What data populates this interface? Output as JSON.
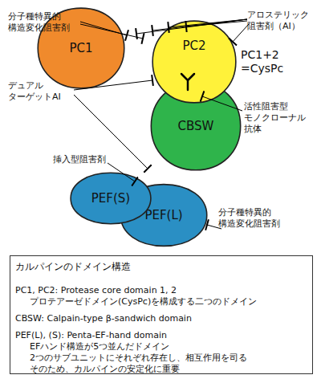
{
  "diagram": {
    "nodes": [
      {
        "text": [
          "PC1"
        ]
      },
      {
        "text": [
          "PC2"
        ]
      },
      {
        "text": [
          "CBSW"
        ]
      },
      {
        "text": [
          "PEF(S)"
        ]
      },
      {
        "text": [
          "PEF(L)"
        ]
      },
      {
        "text": [
          "カルパインのドメイン構造",
          "PC1, PC2: Protease core domain 1, 2",
          "プロテアーゼドメイン(CysPc)を構成する二つのドメイン",
          "CBSW: Calpain-type β-sandwich domain",
          "PEF(L), (S): Penta-EF-hand domain",
          "EFハンド構造が5つ並んだドメイン",
          "2つのサブユニットにそれぞれ存在し、相互作用を司る",
          "そのため、カルパインの安定化に重要"
        ]
      }
    ],
    "labels": [
      "分子種特異的 構造変化阻害剤",
      "アロステリック 阻害剤（AI）",
      "PC1+2 =CysPc",
      "デュアル ターゲットAI",
      "活性阻害型 モノクローナル 抗体",
      "挿入型阻害剤",
      "分子種特異的 構造変化阻害剤"
    ]
  }
}
